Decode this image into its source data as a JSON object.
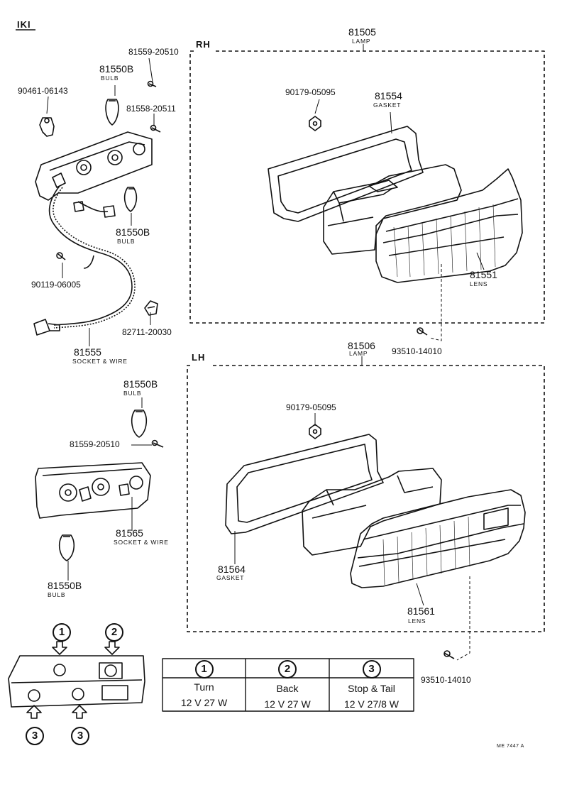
{
  "header_code": "IKI",
  "footer_code": "ME 7447 A",
  "rh": {
    "section_label": "RH",
    "lamp": {
      "part_no": "81505",
      "desc": "LAMP"
    },
    "gasket": {
      "part_no": "81554",
      "desc": "GASKET"
    },
    "nut": {
      "part_no": "90179-05095"
    },
    "lens": {
      "part_no": "81551",
      "desc": "LENS"
    },
    "screw": {
      "part_no": "93510-14010"
    }
  },
  "lh": {
    "section_label": "LH",
    "lamp": {
      "part_no": "81506",
      "desc": "LAMP"
    },
    "gasket": {
      "part_no": "81564",
      "desc": "GASKET"
    },
    "nut": {
      "part_no": "90179-05095"
    },
    "lens": {
      "part_no": "81561",
      "desc": "LENS"
    },
    "screw": {
      "part_no": "93510-14010"
    }
  },
  "upper_socket": {
    "screw_a": {
      "part_no": "81559-20510"
    },
    "bulb_top": {
      "part_no": "81550B",
      "desc": "BULB"
    },
    "clip": {
      "part_no": "90461-06143"
    },
    "screw_b": {
      "part_no": "81558-20511"
    },
    "bulb_mid": {
      "part_no": "81550B",
      "desc": "BULB"
    },
    "screw_c": {
      "part_no": "90119-06005"
    },
    "clamp": {
      "part_no": "82711-20030"
    },
    "socket": {
      "part_no": "81555",
      "desc": "SOCKET & WIRE"
    }
  },
  "lower_socket": {
    "bulb_top": {
      "part_no": "81550B",
      "desc": "BULB"
    },
    "screw": {
      "part_no": "81559-20510"
    },
    "socket": {
      "part_no": "81565",
      "desc": "SOCKET & WIRE"
    },
    "bulb_bottom": {
      "part_no": "81550B",
      "desc": "BULB"
    }
  },
  "legend": {
    "markers": [
      "1",
      "2",
      "3",
      "3"
    ],
    "table": [
      {
        "num": "1",
        "function": "Turn",
        "spec": "12 V 27 W"
      },
      {
        "num": "2",
        "function": "Back",
        "spec": "12 V 27 W"
      },
      {
        "num": "3",
        "function": "Stop & Tail",
        "spec": "12 V 27/8 W"
      }
    ]
  }
}
